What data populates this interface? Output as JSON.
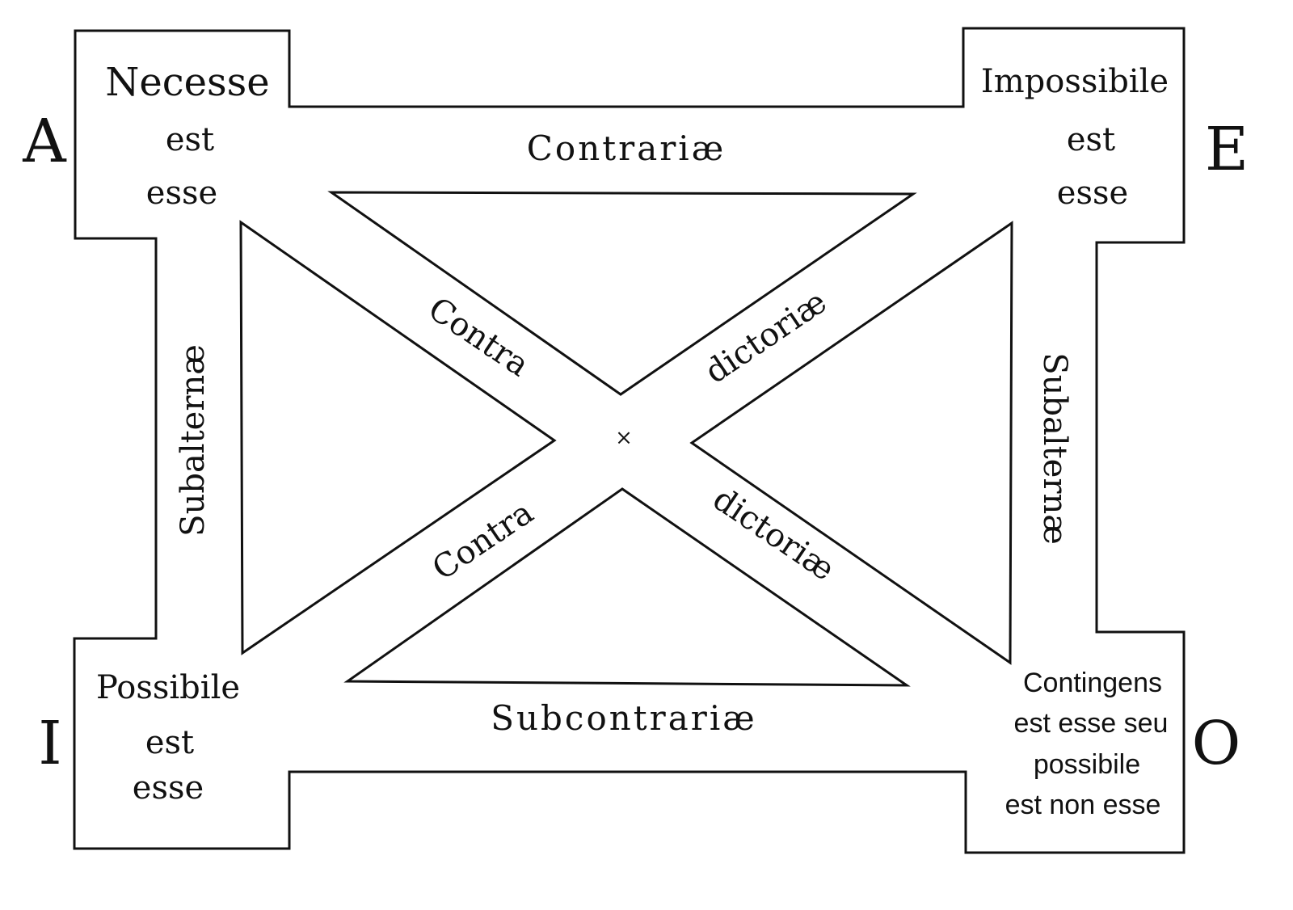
{
  "corners": {
    "A": {
      "letter": "A",
      "lines": [
        "Necesse",
        "est",
        "esse"
      ]
    },
    "E": {
      "letter": "E",
      "lines": [
        "Impossibile",
        "est",
        "esse"
      ]
    },
    "I": {
      "letter": "I",
      "lines": [
        "Possibile",
        "est",
        "esse"
      ]
    },
    "O": {
      "letter": "O",
      "lines": [
        "Contingens",
        "est esse seu",
        "possibile",
        "est non esse"
      ]
    }
  },
  "relations": {
    "top": "Contrariæ",
    "bottom": "Subcontrariæ",
    "left": "Subalternæ",
    "right": "Subalternæ",
    "diag_tl": "Contra",
    "diag_tr": "dictoriæ",
    "diag_bl": "Contra",
    "diag_br": "dictoriæ"
  },
  "center_mark": "×"
}
